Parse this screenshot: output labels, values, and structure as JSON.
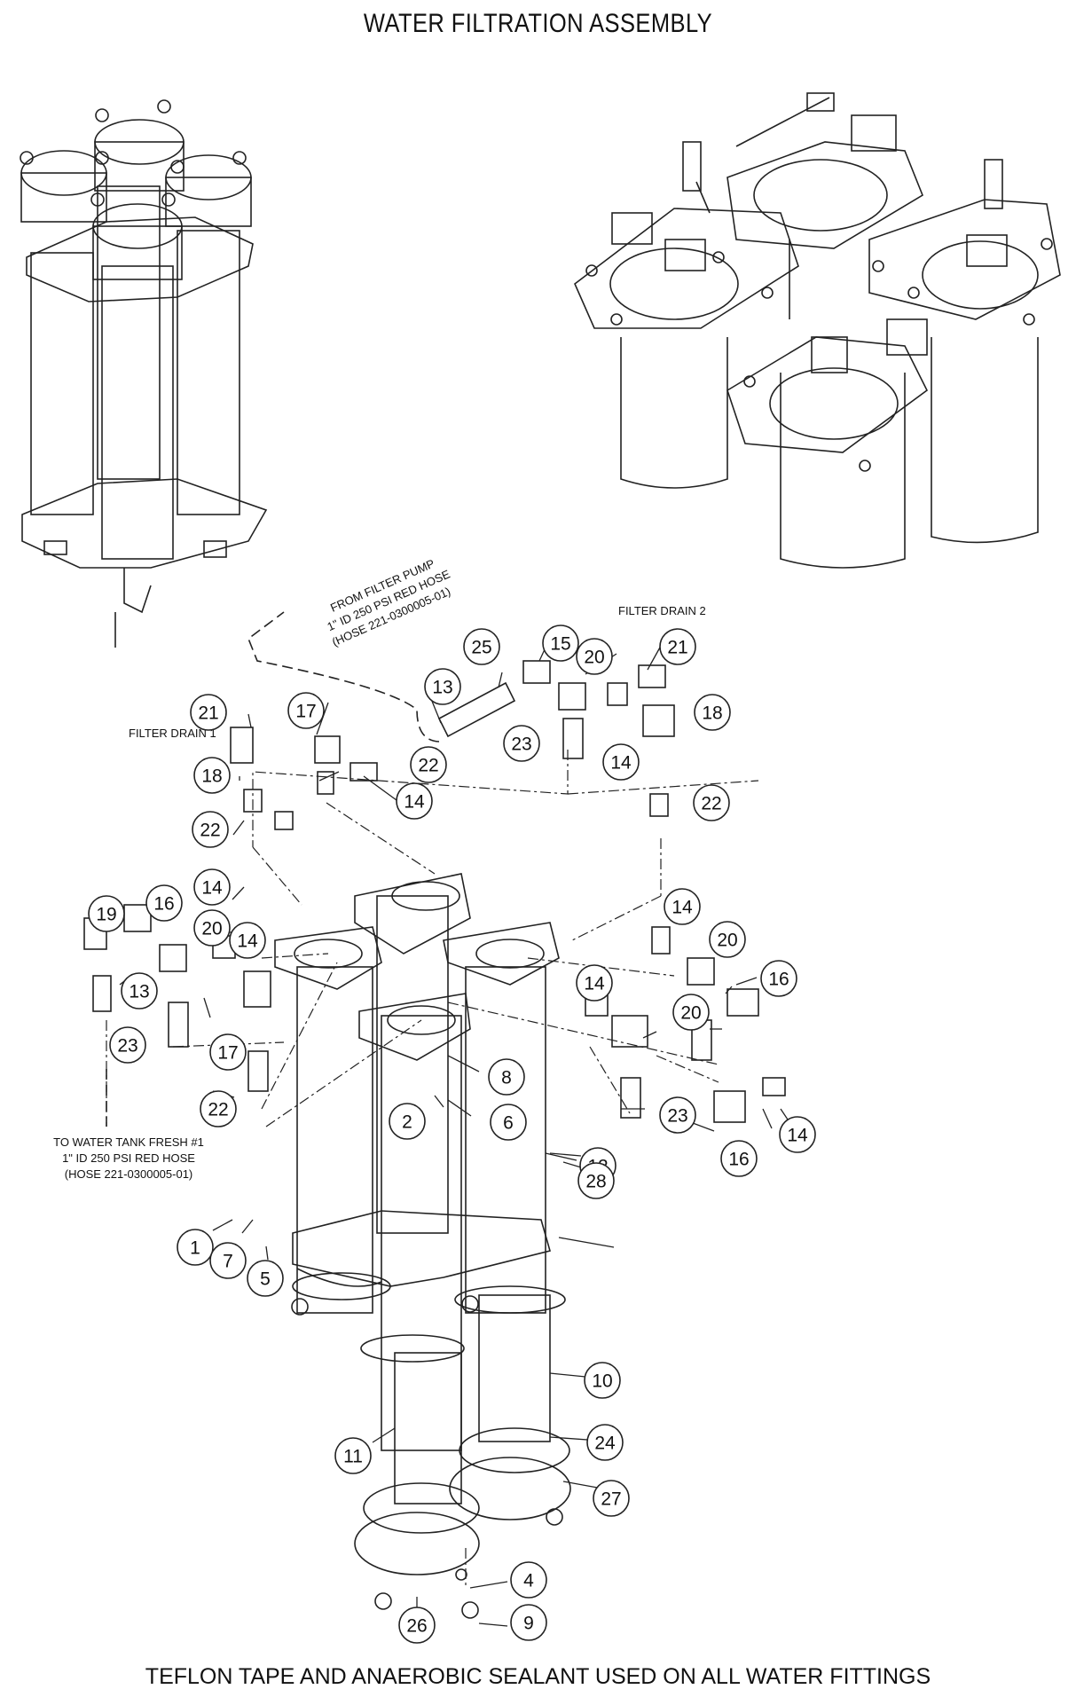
{
  "title": "WATER FILTRATION ASSEMBLY",
  "footer_note": "TEFLON TAPE AND ANAEROBIC SEALANT USED ON ALL WATER FITTINGS",
  "notes": {
    "from_filter_pump": [
      "FROM FILTER PUMP",
      "1\" ID 250 PSI RED HOSE",
      "(HOSE 221-0300005-01)"
    ],
    "to_water_tank": [
      "TO WATER TANK FRESH #1",
      "1\" ID 250 PSI RED HOSE",
      "(HOSE 221-0300005-01)"
    ],
    "filter_drain_1": "FILTER DRAIN 1",
    "filter_drain_2": "FILTER DRAIN 2"
  },
  "balloons": [
    "1",
    "2",
    "4",
    "5",
    "6",
    "7",
    "8",
    "9",
    "10",
    "11",
    "12",
    "13",
    "13",
    "14",
    "14",
    "14",
    "14",
    "14",
    "14",
    "14",
    "15",
    "16",
    "16",
    "16",
    "17",
    "17",
    "18",
    "18",
    "19",
    "20",
    "20",
    "20",
    "20",
    "21",
    "21",
    "22",
    "22",
    "22",
    "22",
    "23",
    "23",
    "23",
    "24",
    "25",
    "26",
    "27",
    "28"
  ]
}
